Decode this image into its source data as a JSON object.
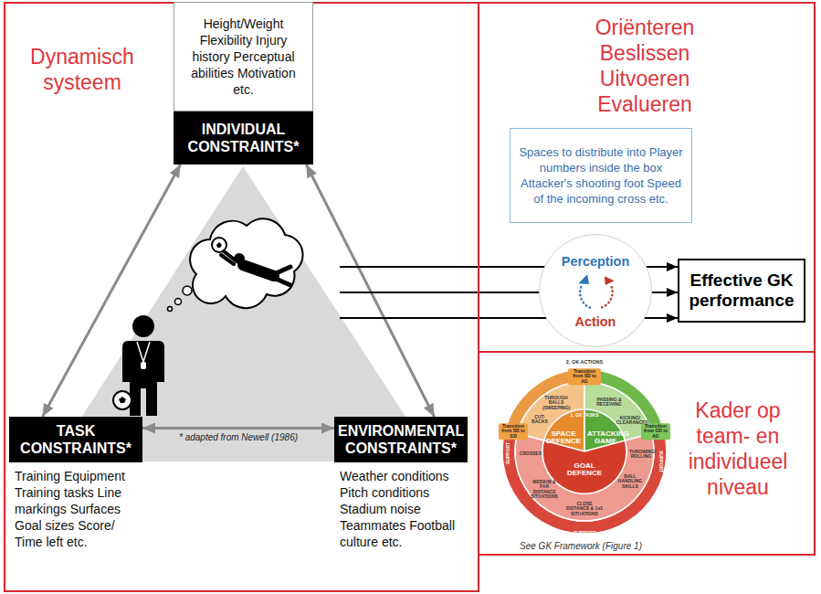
{
  "diagram": {
    "nodes": [
      {
        "text": [
          "Dynamisch systeem"
        ]
      },
      {
        "text": [
          "Height/Weight Flexibility Injury history Perceptual abilities Motivation etc."
        ],
        "in": 0
      },
      {
        "text": [
          "INDIVIDUAL CONSTRAINTS*"
        ],
        "in": 0
      },
      {
        "text": [
          "TASK CONSTRAINTS*"
        ],
        "in": 0
      },
      {
        "text": [
          "Training Equipment Training tasks Line markings Surfaces Goal sizes Score/ Time left etc."
        ],
        "in": 0
      },
      {
        "text": [
          "ENVIRONMENTAL CONSTRAINTS*"
        ],
        "in": 0
      },
      {
        "text": [
          "Weather conditions Pitch conditions Stadium noise Teammates Football culture etc."
        ],
        "in": 0
      },
      {
        "text": [
          "Oriënteren Beslissen Uitvoeren Evalueren"
        ]
      },
      {
        "text": [
          "Spaces to distribute into Player numbers inside the box Attacker's shooting foot Speed of the incoming cross etc."
        ],
        "in": 7
      },
      {
        "text": [
          "Perception",
          "Action"
        ],
        "in": 7
      },
      {
        "text": [
          "Effective GK performance"
        ],
        "in": 7
      },
      {
        "text": [
          "Kader op team- en individueel niveau"
        ]
      }
    ],
    "edges": [
      {
        "from": 2,
        "to": 3,
        "arrow": "both"
      },
      {
        "from": 2,
        "to": 5,
        "arrow": "both"
      },
      {
        "from": 3,
        "to": 5,
        "arrow": "both",
        "label": "* adapted from Newell (1986)"
      },
      {
        "from": 0,
        "to": 10,
        "arrow": "to"
      },
      {
        "from": 0,
        "to": 10,
        "arrow": "to"
      },
      {
        "from": 0,
        "to": 10,
        "arrow": "to"
      }
    ],
    "labels": [
      "2. GK ACTIONS",
      "1. GK TASKS",
      "SPACE DEFENCE",
      "ATTACKING GAME",
      "GOAL DEFENCE",
      "SUPPORT",
      "SUPPORT",
      "SUPPORT",
      "THROUGH BALLS (SWEEPING)",
      "PASSING & RECEIVING",
      "KICKING/ CLEARANCES",
      "THROWING/ ROLLING",
      "CUT-BACKS",
      "CROSSES",
      "MEDIUM & FAR DISTANCE SITUATIONS",
      "CLOSE DISTANCE & 1v1 SITUATIONS",
      "BALL HANDLING SKILLS",
      "Transition from SD to AG",
      "Transition from GD to AG",
      "Transition from SD to GD",
      "See GK Framework (Figure 1)"
    ]
  }
}
